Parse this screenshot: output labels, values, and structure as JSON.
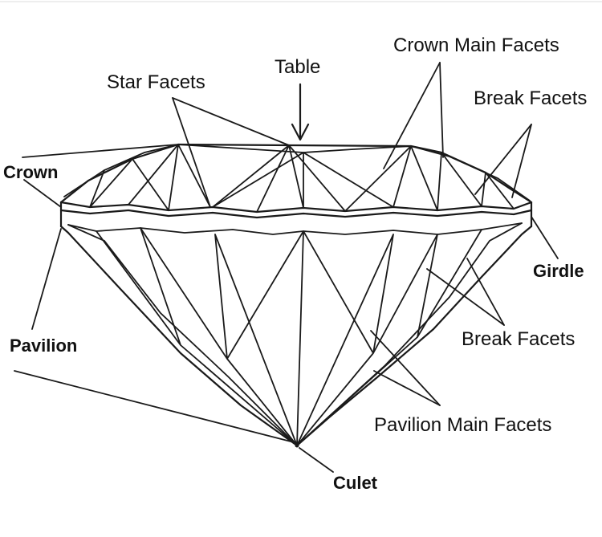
{
  "diagram": {
    "labels": {
      "table": "Table",
      "star_facets": "Star Facets",
      "crown_main_facets": "Crown Main Facets",
      "break_facets_crown": "Break Facets",
      "crown": "Crown",
      "girdle": "Girdle",
      "pavilion": "Pavilion",
      "break_facets_pavilion": "Break Facets",
      "pavilion_main_facets": "Pavilion Main Facets",
      "culet": "Culet"
    },
    "colors": {
      "background": "#ffffff",
      "line": "#1a1a1a",
      "text": "#111111"
    }
  }
}
